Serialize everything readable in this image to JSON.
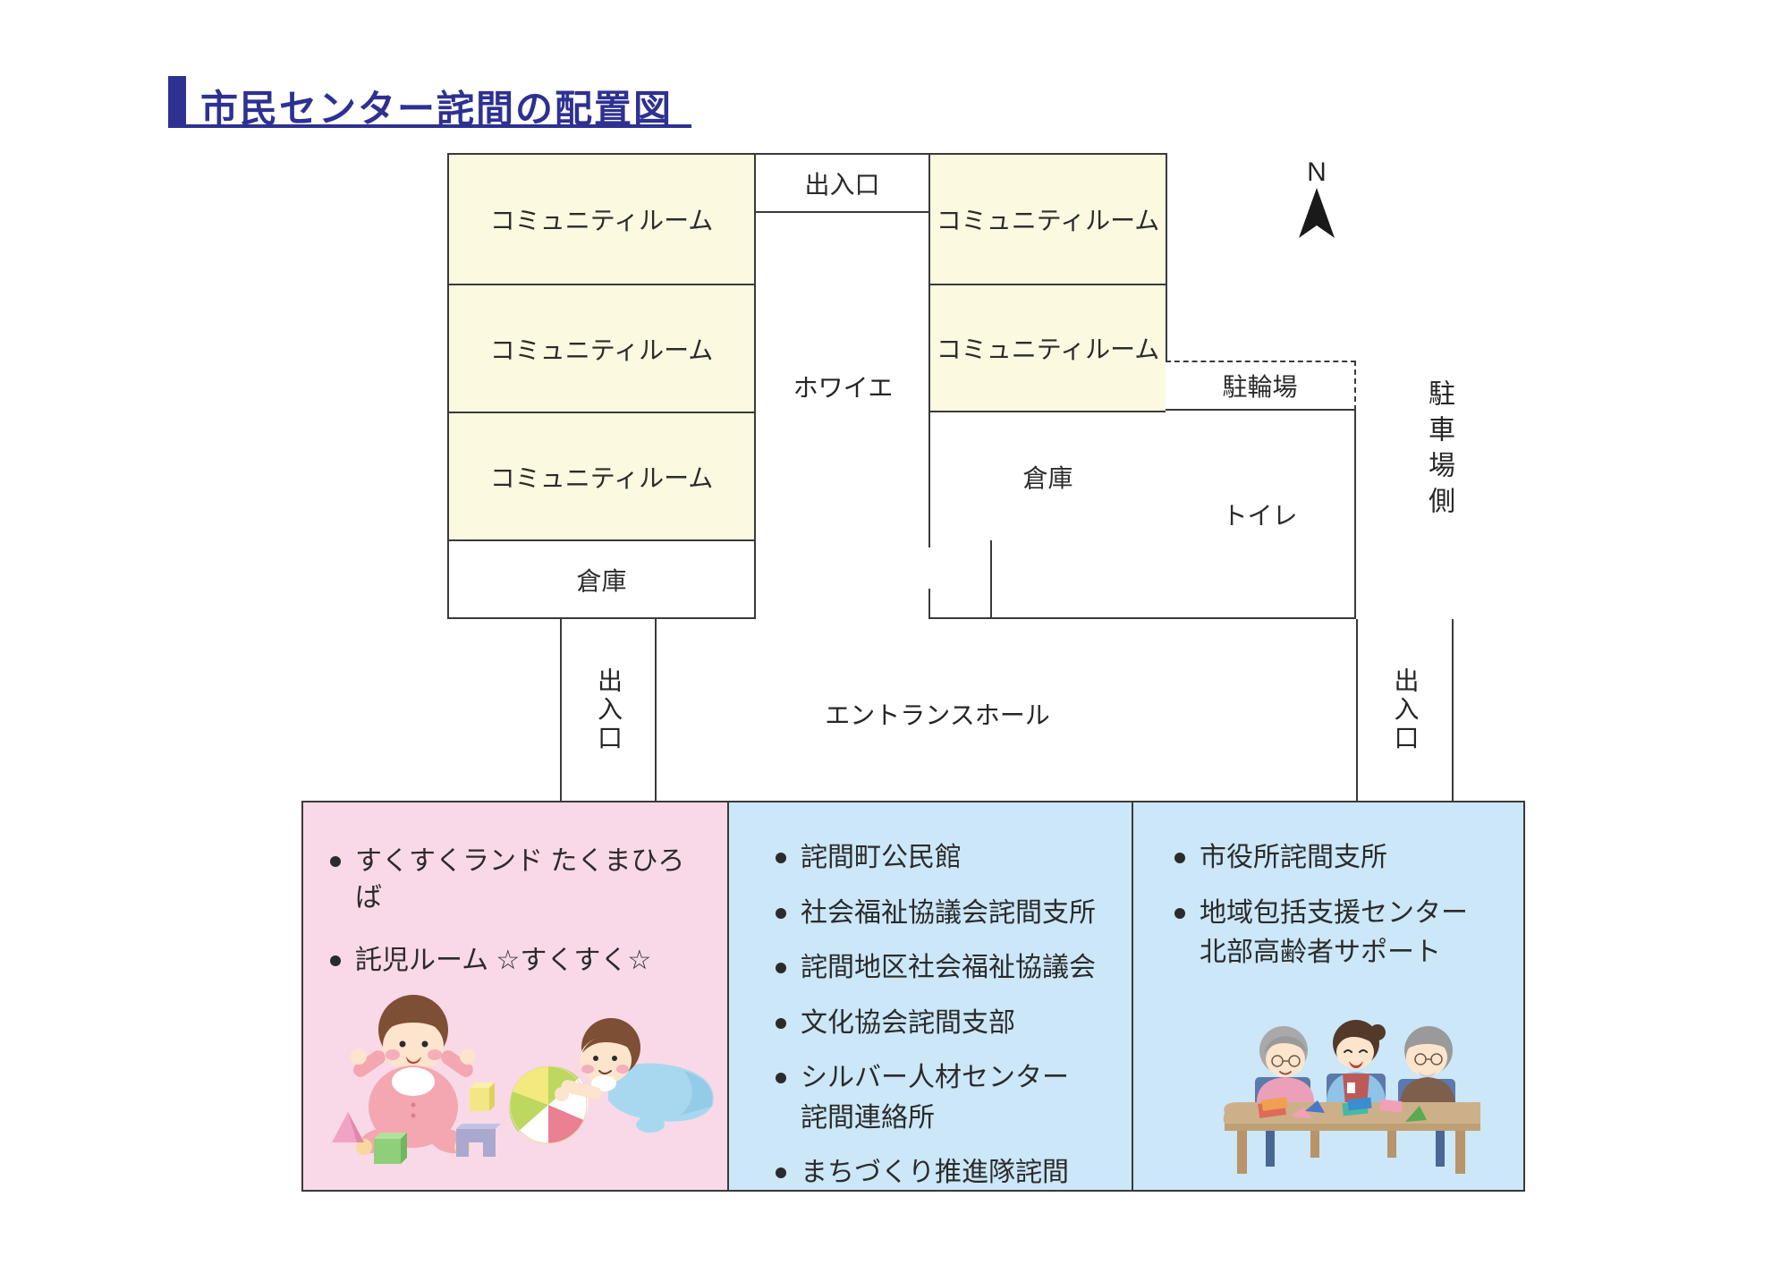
{
  "title": {
    "text": "市民センター詫間の配置図",
    "accent_color": "#2e3192"
  },
  "compass": {
    "north_label": "N"
  },
  "floor_plan": {
    "wall_color": "#3a3a3a",
    "room_fill_color": "#fbf9e0",
    "rooms": {
      "community_room": "コミュニティルーム",
      "storage": "倉庫",
      "entrance_exit": "出入口",
      "foyer": "ホワイエ",
      "bicycle_parking": "駐輪場",
      "toilet": "トイレ",
      "entrance_hall": "エントランスホール",
      "parking_side": "駐車場側"
    }
  },
  "tenant_boxes": {
    "nursery": {
      "fill_color": "#f9d9e7",
      "items": [
        {
          "lines": [
            "すくすくランド たくまひろば"
          ]
        },
        {
          "lines": [
            "託児ルーム ☆すくすく☆"
          ]
        }
      ]
    },
    "public_services": {
      "fill_color": "#cbe7f8",
      "items": [
        {
          "lines": [
            "詫間町公民館"
          ]
        },
        {
          "lines": [
            "社会福祉協議会詫間支所"
          ]
        },
        {
          "lines": [
            "詫間地区社会福祉協議会"
          ]
        },
        {
          "lines": [
            "文化協会詫間支部"
          ]
        },
        {
          "lines": [
            "シルバー人材センター",
            "詫間連絡所"
          ]
        },
        {
          "lines": [
            "まちづくり推進隊詫間"
          ]
        }
      ]
    },
    "city_office": {
      "fill_color": "#cbe7f8",
      "items": [
        {
          "lines": [
            "市役所詫間支所"
          ]
        },
        {
          "lines": [
            "地域包括支援センター",
            "北部高齢者サポート"
          ]
        }
      ]
    }
  }
}
